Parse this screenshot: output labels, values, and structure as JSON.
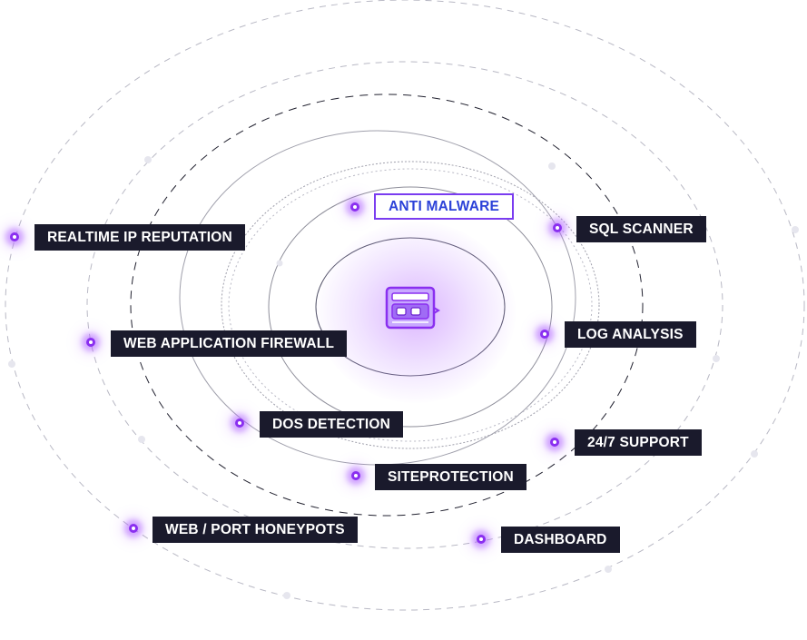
{
  "features": [
    {
      "id": "anti-malware",
      "label": "ANTI MALWARE",
      "highlighted": true
    },
    {
      "id": "realtime-ip-reputation",
      "label": "REALTIME IP REPUTATION"
    },
    {
      "id": "sql-scanner",
      "label": "SQL SCANNER"
    },
    {
      "id": "log-analysis",
      "label": "LOG ANALYSIS"
    },
    {
      "id": "web-application-firewall",
      "label": "WEB APPLICATION FIREWALL"
    },
    {
      "id": "dos-detection",
      "label": "DOS DETECTION"
    },
    {
      "id": "support",
      "label": "24/7 SUPPORT"
    },
    {
      "id": "siteprotection",
      "label": "SITEPROTECTION"
    },
    {
      "id": "web-port-honeypots",
      "label": "WEB / PORT HONEYPOTS"
    },
    {
      "id": "dashboard",
      "label": "DASHBOARD"
    }
  ],
  "center_icon": "security-chip-icon",
  "colors": {
    "accent": "#8a2ff0",
    "label_bg": "#1a1a2c",
    "highlight_text": "#2c42d8",
    "highlight_border": "#7a3cf0"
  }
}
